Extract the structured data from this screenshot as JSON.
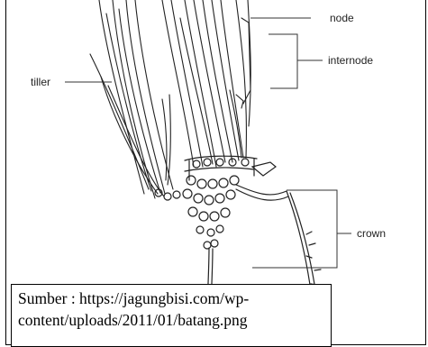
{
  "labels": {
    "node": "node",
    "internode": "internode",
    "tiller": "tiller",
    "crown": "crown"
  },
  "caption": {
    "line1": "Sumber : https://jagungbisi.com/wp-",
    "line2": "content/uploads/2011/01/batang.png"
  }
}
